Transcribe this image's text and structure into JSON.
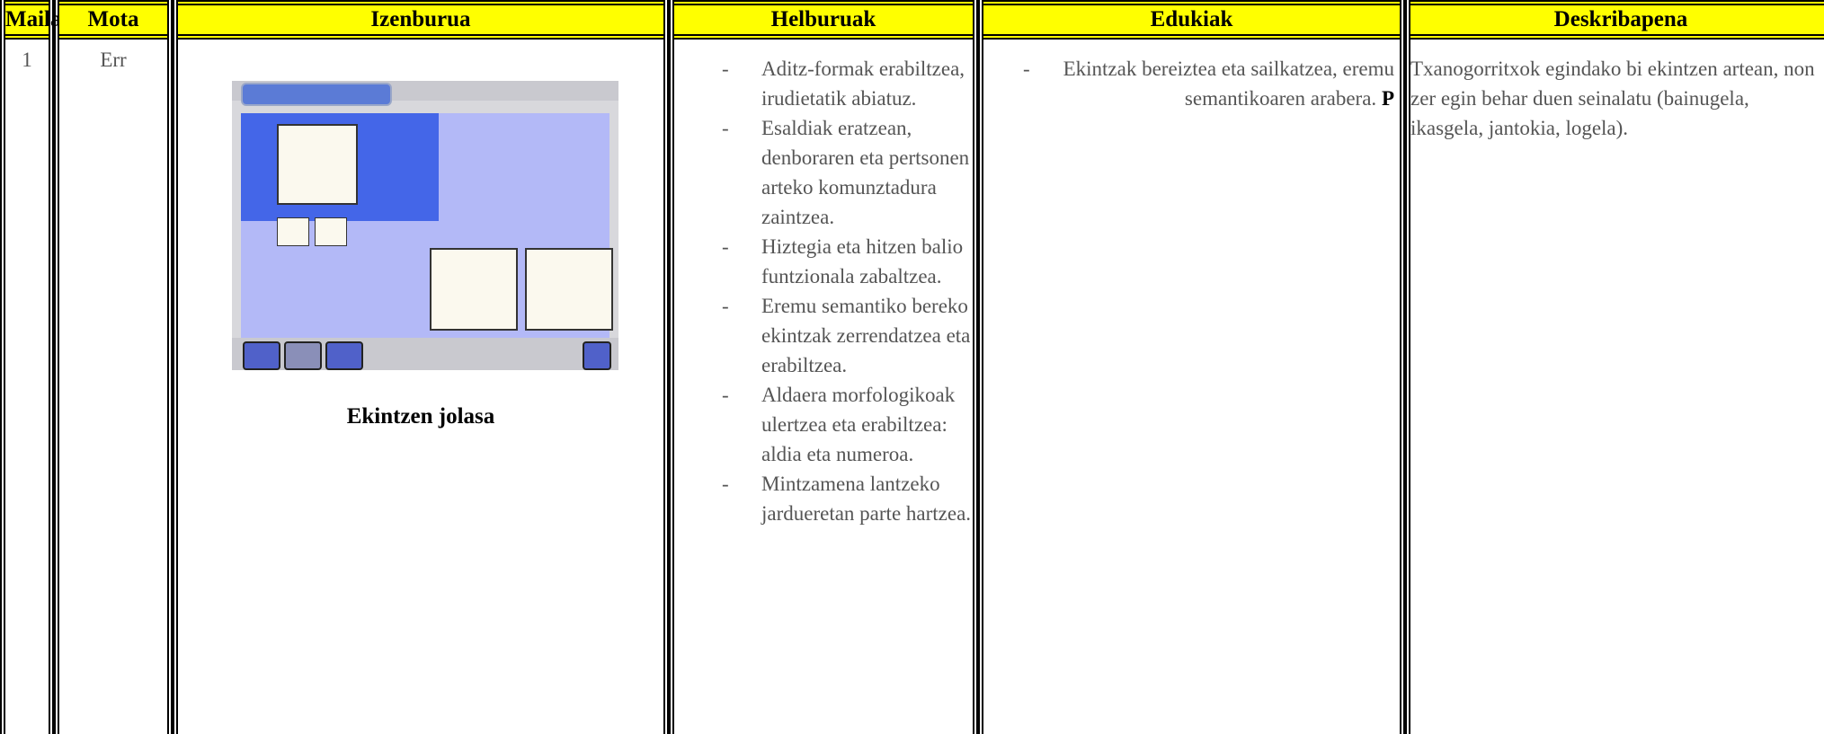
{
  "headers": {
    "maila": "Maila",
    "mota": "Mota",
    "izenburua": "Izenburua",
    "helburuak": "Helburuak",
    "edukiak": "Edukiak",
    "deskribapena": "Deskribapena"
  },
  "row": {
    "maila": "1",
    "mota": "Err",
    "izenburua": "Ekintzen jolasa",
    "helburuak": [
      "Aditz-formak erabiltzea, irudietatik abiatuz.",
      "Esaldiak eratzean, denboraren eta pertsonen arteko komunztadura zaintzea.",
      "Hiztegia eta hitzen balio funtzionala zabaltzea.",
      "Eremu semantiko bereko ekintzak zerrendatzea eta erabiltzea.",
      "Aldaera morfologikoak ulertzea eta erabiltzea: aldia eta numeroa.",
      "Mintzamena lantzeko jardueretan parte hartzea."
    ],
    "edukiak_text": "Ekintzak bereiztea eta sailkatzea, eremu semantikoaren arabera.",
    "edukiak_marker": "P",
    "deskribapena": "Txanogorritxok egindako bi ekintzen artean, non zer egin behar duen seinalatu (bainugela, ikasgela, jantokia, logela)."
  },
  "colors": {
    "header_bg": "#ffff00",
    "rule": "#000000",
    "body_text": "#555555"
  },
  "icons": {
    "screenshot": "game-screenshot-image"
  }
}
